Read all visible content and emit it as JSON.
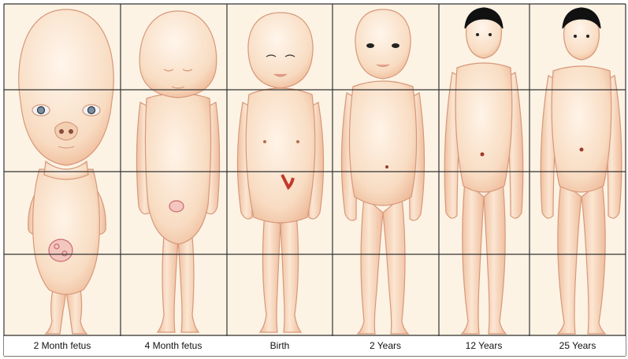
{
  "figure": {
    "background_color": "#fcf3e4",
    "grid_line_color": "#333333",
    "skin_fill": "#f7dcc0",
    "skin_outline": "#d7987a",
    "hair_color": "#111111",
    "umbilical_color": "#c23a2a",
    "stages": [
      {
        "label": "2 Month fetus",
        "subject": "fetus-2-month"
      },
      {
        "label": "4 Month fetus",
        "subject": "fetus-4-month"
      },
      {
        "label": "Birth",
        "subject": "newborn"
      },
      {
        "label": "2 Years",
        "subject": "toddler"
      },
      {
        "label": "12 Years",
        "subject": "child-12"
      },
      {
        "label": "25 Years",
        "subject": "adult-25"
      }
    ]
  }
}
